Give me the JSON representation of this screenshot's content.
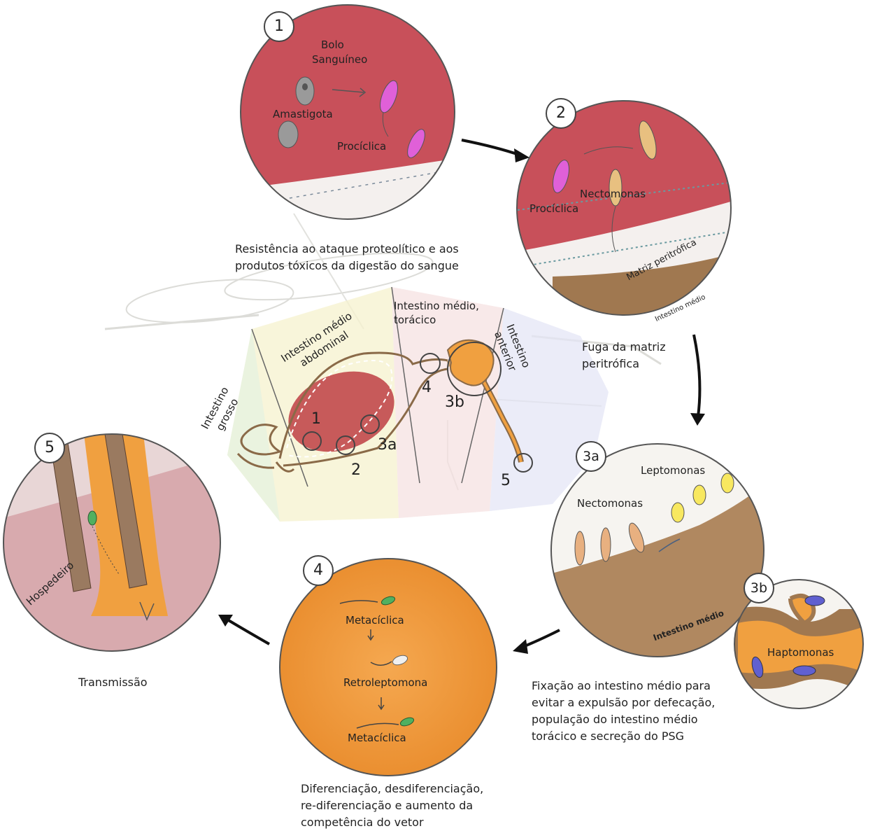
{
  "stages": {
    "s1": {
      "num": "1",
      "bolo": "Bolo",
      "sanguineo": "Sanguíneo",
      "amastigota": "Amastigota",
      "prociclica": "Procíclica"
    },
    "s2": {
      "num": "2",
      "prociclica": "Procíclica",
      "nectomonas": "Nectomonas",
      "matriz": "Matriz peritrófica",
      "intestino": "Intestino médio"
    },
    "s3a": {
      "num": "3a",
      "leptomonas": "Leptomonas",
      "nectomonas": "Nectomonas",
      "intestino": "Intestino médio"
    },
    "s3b": {
      "num": "3b",
      "haptomonas": "Haptomonas"
    },
    "s4": {
      "num": "4",
      "meta1": "Metacíclica",
      "retro": "Retroleptomona",
      "meta2": "Metacíclica"
    },
    "s5": {
      "num": "5",
      "hospedeiro": "Hospedeiro"
    }
  },
  "gut": {
    "abdominal": [
      "Intestino médio",
      "abdominal"
    ],
    "toracico": [
      "Intestino médio,",
      "torácico"
    ],
    "anterior": [
      "Intestino",
      "anterior"
    ],
    "grosso": [
      "Intestino",
      "grosso"
    ],
    "markers": [
      "1",
      "2",
      "3a",
      "4",
      "3b",
      "5"
    ]
  },
  "captions": {
    "c1": [
      "Resistência ao ataque proteolítico e aos",
      "produtos tóxicos da digestão do sangue"
    ],
    "c2": [
      "Fuga da matriz",
      "peritrófica"
    ],
    "c3": [
      "Fixação ao intestino médio para",
      "evitar a expulsão por defecação,",
      "população do intestino médio",
      "torácico e secreção do PSG"
    ],
    "c4": [
      "Diferenciação, desdiferenciação,",
      "re-diferenciação e aumento da",
      "competência do vetor"
    ],
    "c5": "Transmissão"
  },
  "colors": {
    "blood": "#c8505a",
    "gut": "#a07850",
    "orange": "#f0a040",
    "prociclica": "#e060d8",
    "nectomonas": "#e8c080",
    "leptomonas": "#f8e860",
    "metaciclica": "#50b060",
    "haptomonas": "#6060d0"
  }
}
